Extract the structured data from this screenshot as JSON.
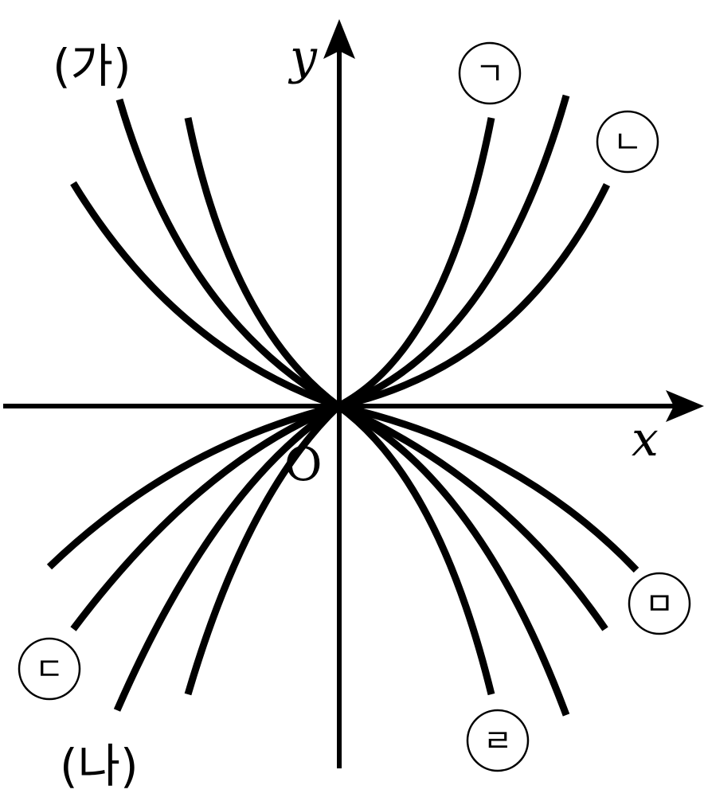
{
  "axes": {
    "x_label": "x",
    "y_label": "y",
    "origin_label": "O"
  },
  "groups": {
    "ga": "(가)",
    "na": "(나)"
  },
  "curves": {
    "giyeok": {
      "label": "ㄱ"
    },
    "nieun": {
      "label": "ㄴ"
    },
    "digeut": {
      "label": "ㄷ"
    },
    "rieul": {
      "label": "ㄹ"
    },
    "mieum": {
      "label": "ㅁ"
    }
  }
}
